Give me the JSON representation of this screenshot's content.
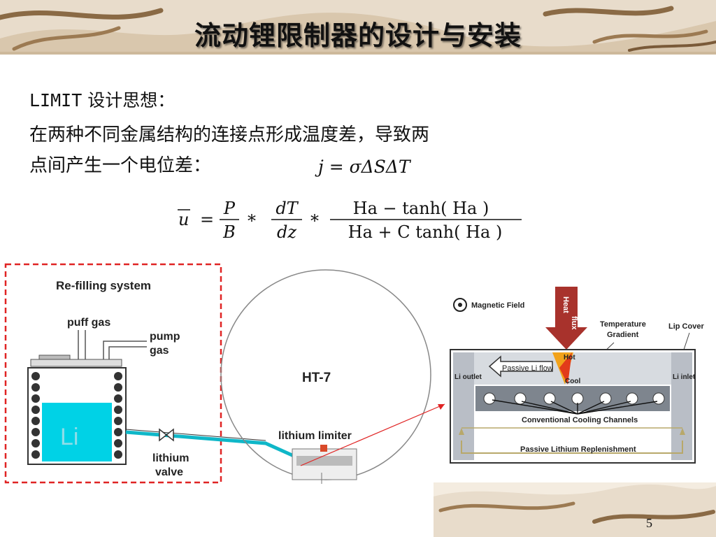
{
  "slide": {
    "title": "流动锂限制器的设计与安装",
    "heading_prefix": "LIMIT",
    "heading_suffix": " 设计思想：",
    "paragraph_line1": "在两种不同金属结构的连接点形成温度差，导致两",
    "paragraph_line2": "点间产生一个电位差：",
    "formula_j": "j = σΔSΔT",
    "page_number": "5"
  },
  "formula_u": {
    "lhs": "u",
    "t1_num": "P",
    "t1_den": "B",
    "t2_num": "dT",
    "t2_den": "dz",
    "t3_num": "Ha − tanh( Ha )",
    "t3_den": "Ha + C tanh( Ha )"
  },
  "refill": {
    "title": "Re-filling system",
    "puff_gas": "puff gas",
    "pump_gas_1": "pump",
    "pump_gas_2": "gas",
    "li_label": "Li",
    "valve_1": "lithium",
    "valve_2": "valve"
  },
  "tokamak": {
    "name": "HT-7",
    "limiter_label": "lithium limiter"
  },
  "limiter_detail": {
    "magnetic_field": "Magnetic Field",
    "heat_flux_1": "Heat",
    "heat_flux_2": "flux",
    "temp_gradient_1": "Temperature",
    "temp_gradient_2": "Gradient",
    "lip_cover": "Lip Cover",
    "hot": "Hot",
    "cool": "Cool",
    "passive_flow": "Passive Li flow",
    "li_outlet": "Li outlet",
    "li_inlet": "Li inlet",
    "cooling_channels": "Conventional Cooling Channels",
    "replenishment": "Passive Lithium Replenishment"
  },
  "colors": {
    "lithium": "#00d2e6",
    "dashed_border": "#e02424",
    "heat_arrow": "#a8322c",
    "banner": "#e8dccb"
  }
}
